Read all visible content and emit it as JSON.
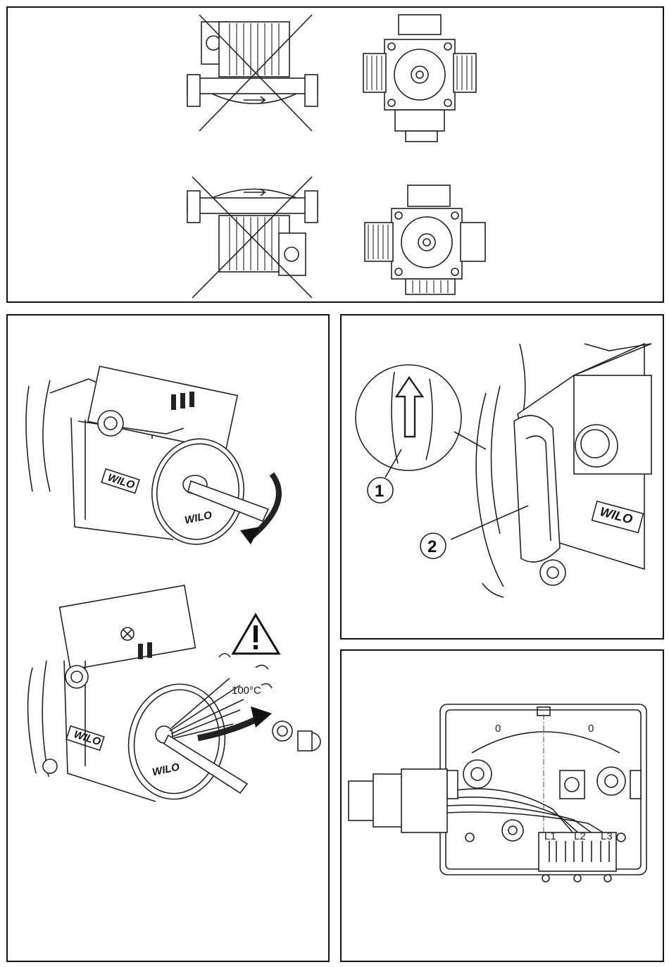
{
  "brand": {
    "logo_text": "WILO"
  },
  "panels": {
    "mounting": {
      "wrong_icon": "cross-out-icon"
    },
    "venting": {
      "hot_water_label": "100°C",
      "warning_icon": "warning-triangle-icon"
    },
    "flow": {
      "callouts": [
        "1",
        "2"
      ]
    },
    "terminal": {
      "terminals": [
        "L1",
        "L2",
        "L3"
      ],
      "zero_marks": [
        "0",
        "0"
      ]
    }
  }
}
